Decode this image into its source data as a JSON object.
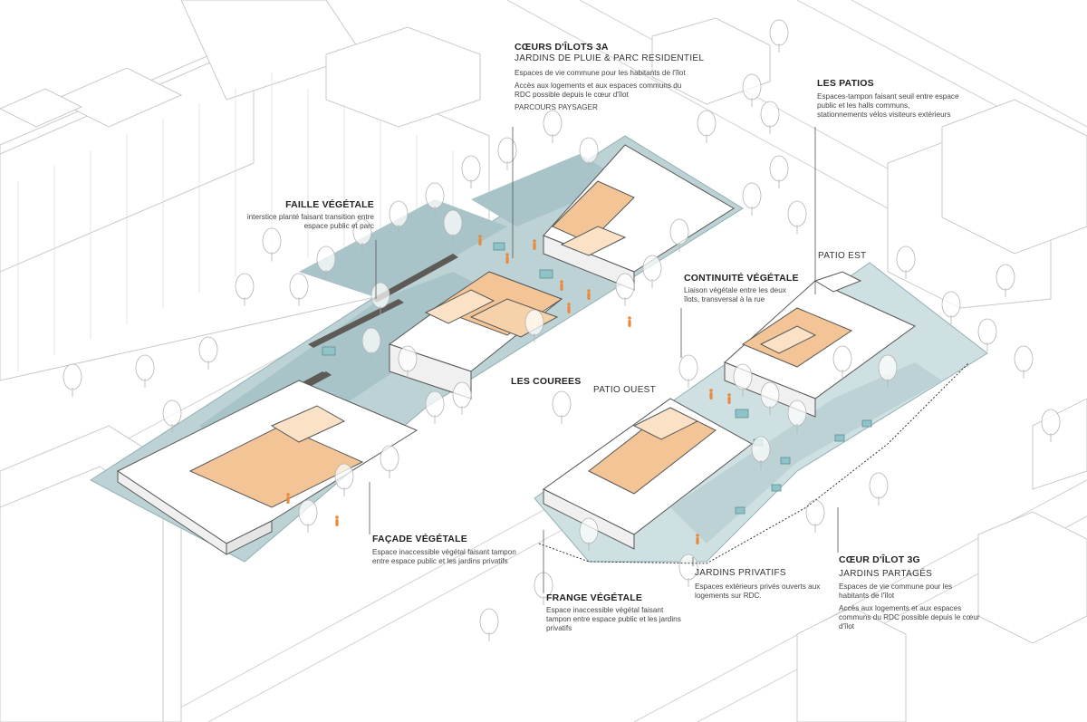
{
  "colors": {
    "landscape": "#bcd2d5",
    "landscape_dark": "#8fb0b4",
    "path_dark": "#5e5a55",
    "building_roof": "#ffffff",
    "terrace": "#f3c596",
    "terrace_light": "#fbe2c6",
    "person": "#e8893b",
    "line": "#b9b9b9",
    "label_text": "#222222"
  },
  "icons": {
    "tree": "tree-icon",
    "person": "person-icon"
  },
  "annotations": {
    "coeurs_ilots_3a": {
      "title": "CŒURS D'ÎLOTS 3A",
      "subtitle": "JARDINS DE PLUIE & PARC RESIDENTIEL",
      "line1": "Espaces de vie commune pour les habitants de l'îlot",
      "line2": "Accès aux logements et aux espaces communs du RDC possible depuis le cœur d'îlot",
      "line3": "PARCOURS PAYSAGER"
    },
    "les_patios": {
      "title": "LES PATIOS",
      "line1": "Espaces-tampon faisant seuil entre espace public et les halls communs,",
      "line2": "stationnements vélos visiteurs extérieurs"
    },
    "faille_vegetale": {
      "title": "FAILLE VÉGÉTALE",
      "text": "interstice planté faisant transition entre espace public et parc"
    },
    "patio_est": {
      "title": "PATIO EST"
    },
    "continuite_vegetale": {
      "title": "CONTINUITÉ VÉGÉTALE",
      "text": "Liaison végétale entre les deux îlots, transversal à la rue"
    },
    "les_courees": {
      "title": "LES COUREES"
    },
    "patio_ouest": {
      "title": "PATIO OUEST"
    },
    "facade_vegetale": {
      "title": "FAÇADE VÉGÉTALE",
      "text": "Espace inaccessible végétal faisant tampon entre espace public et les jardins privatifs"
    },
    "jardins_privatifs": {
      "title": "JARDINS PRIVATIFS",
      "text": "Espaces extérieurs privés ouverts aux logements sur RDC."
    },
    "frange_vegetale": {
      "title": "FRANGE VÉGÉTALE",
      "text": "Espace inaccessible végétal faisant tampon entre espace public et les jardins privatifs"
    },
    "coeur_ilot_3g": {
      "title": "CŒUR D'ÎLOT 3G",
      "subtitle": "JARDINS PARTAGÉS",
      "line1": "Espaces de vie commune pour les habitants de l'îlot",
      "line2": "Accès aux logements et aux espaces communs du RDC possible depuis le cœur d'îlot"
    }
  }
}
